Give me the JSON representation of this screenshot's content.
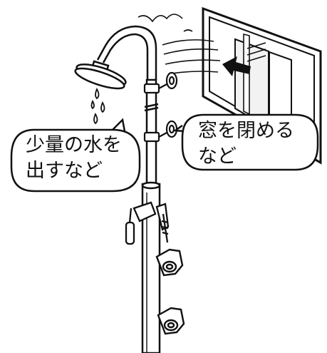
{
  "callouts": {
    "left": {
      "line1": "少量の水を",
      "line2": "出すなど"
    },
    "right": {
      "line1": "窓を閉める",
      "line2": "など"
    }
  },
  "icons": {
    "shower_head": "shower-head-icon",
    "water_drops": "water-drop-icon",
    "window": "window-icon",
    "arrow": "arrow-left-icon",
    "wind": "wind-lines-icon",
    "valve": "valve-icon",
    "faucet": "faucet-icon"
  },
  "colors": {
    "stroke": "#111111",
    "fill": "#ffffff",
    "window_pane": "#f2f2f2"
  }
}
